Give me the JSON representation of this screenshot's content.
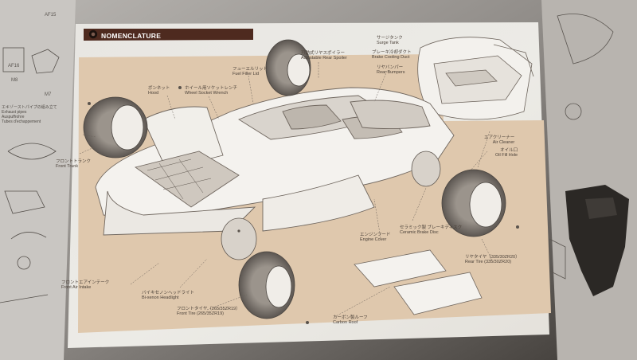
{
  "sheet": {
    "header": "NOMENCLATURE"
  },
  "labels": {
    "rear_spoiler": {
      "jp": "可動式リヤスポイラー",
      "en": "Adjustable Rear Spoiler"
    },
    "surge_tank": {
      "jp": "サージタンク",
      "en": "Surge Tank"
    },
    "brake_cooling_duct": {
      "jp": "ブレーキ冷却ダクト",
      "en": "Brake Cooling Duct"
    },
    "rear_bumpers": {
      "jp": "リヤバンパー",
      "en": "Rear Bumpers"
    },
    "wheel_socket_wrench": {
      "jp": "ホイール用ソケットレンチ",
      "en": "Wheel Socket Wrench"
    },
    "fuel_filler_lid": {
      "jp": "フューエルリッド",
      "en": "Fuel Filler Lid"
    },
    "hood": {
      "jp": "ボンネット",
      "en": "Hood"
    },
    "front_trunk": {
      "jp": "フロントトランク",
      "en": "Front Trunk"
    },
    "air_cleaner": {
      "jp": "エアクリーナー",
      "en": "Air Cleaner"
    },
    "oil_fill_hole": {
      "jp": "オイル口",
      "en": "Oil Fill Hole"
    },
    "engine_cover": {
      "jp": "エンジンフード",
      "en": "Engine Cover"
    },
    "ceramic_brake_disc": {
      "jp": "セラミック製 ブレーキディスク",
      "en": "Ceramic Brake Disc"
    },
    "rear_tire": {
      "jp": "リヤタイヤ（335/30ZR20）",
      "en": "Rear Tire (335/30ZR20)"
    },
    "front_air_intake": {
      "jp": "フロントエアインテーク",
      "en": "Front Air Intake"
    },
    "bixenon_headlight": {
      "jp": "バイキセノンヘッドライト",
      "en": "Bi-xenon Headlight"
    },
    "front_tire": {
      "jp": "フロントタイヤ（265/35ZR19）",
      "en": "Front Tire (265/35ZR19)"
    },
    "carbon_roof": {
      "jp": "カーボン製ルーフ",
      "en": "Carbon Roof"
    }
  },
  "background_sheets": {
    "left_lines": [
      "エキゾーストパイプの組み立て",
      "Exhaust pipes",
      "Auspuffrohre",
      "Tubes d'echappement"
    ],
    "part_codes": [
      "AF15",
      "AF16",
      "M8",
      "M7"
    ]
  },
  "colors": {
    "paper": "#ece9e4",
    "tan_panel": "#dfc7ac",
    "header_bar": "#4e2a1f",
    "line_art": "#6d645c",
    "background": "#3a3734"
  }
}
